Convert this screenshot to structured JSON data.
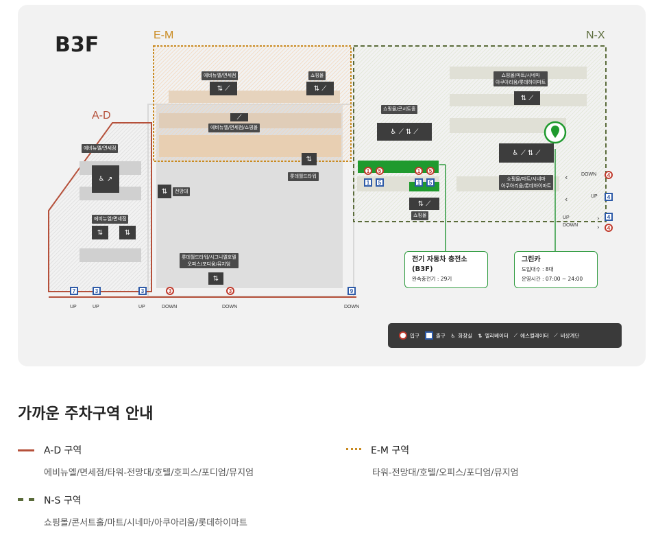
{
  "floor": "B3F",
  "zones": {
    "ad": {
      "label": "A-D",
      "color": "#b5503a"
    },
    "em": {
      "label": "E-M",
      "color": "#c98a20"
    },
    "nx": {
      "label": "N-X",
      "color": "#5a6b3a"
    }
  },
  "facilities": {
    "ad_top": "에비뉴엘/면세점",
    "ad_bottom": "에비뉴엘/면세점",
    "em_left": "에비뉴엘/면세점",
    "em_right": "쇼핑몰",
    "em_esc": "에비뉴엘/면세점/쇼핑몰",
    "observatory": "전망대",
    "lotte_tower": "롯데월드타워",
    "tower_complex": "롯데월드타워/시그니엘호텔\n오피스/포디움/뮤지엄",
    "nx_concert": "쇼핑몰/콘서트홀",
    "nx_shopping_bottom": "쇼핑몰",
    "nx_top": "쇼핑몰/마트/시네마\n아쿠아리움/롯데하이마트",
    "nx_mid": "쇼핑몰/마트/시네마\n아쿠아리움/롯데하이마트"
  },
  "markers": {
    "bottom": [
      {
        "type": "exit",
        "num": "7",
        "dir": "UP"
      },
      {
        "type": "exit",
        "num": "3",
        "dir": "UP"
      },
      {
        "type": "exit",
        "num": "3",
        "dir": "UP"
      },
      {
        "type": "entry",
        "num": "3",
        "dir": "DOWN"
      },
      {
        "type": "entry",
        "num": "3",
        "dir": "DOWN"
      },
      {
        "type": "exit",
        "num": "9",
        "dir": "DOWN"
      }
    ],
    "right": [
      {
        "type": "entry",
        "num": "4",
        "dir": "DOWN"
      },
      {
        "type": "exit",
        "num": "4",
        "dir": "UP"
      },
      {
        "type": "exit",
        "num": "4",
        "dir": "UP"
      },
      {
        "type": "entry",
        "num": "4",
        "dir": "DOWN"
      }
    ],
    "ev": [
      "1",
      "5",
      "1",
      "5",
      "1",
      "5",
      "1",
      "5"
    ]
  },
  "callouts": {
    "ev": {
      "title": "전기 자동차 충전소(B3F)",
      "sub": "완속충전기 : 29기"
    },
    "greencar": {
      "title": "그린카",
      "sub1": "도입대수 : 8대",
      "sub2": "운영시간 : 07:00 ~ 24:00"
    }
  },
  "legend": {
    "entry": "입구",
    "exit": "출구",
    "restroom": "화장실",
    "elevator": "엘리베이터",
    "escalator": "에스컬레이터",
    "emergency": "비상계단"
  },
  "guide": {
    "title": "가까운 주차구역 안내",
    "items": [
      {
        "name": "A-D 구역",
        "desc": "에비뉴엘/면세점/타워-전망대/호텔/호피스/포디엄/뮤지엄",
        "color": "#b5503a"
      },
      {
        "name": "E-M 구역",
        "desc": "타워-전망대/호텔/오피스/포디엄/뮤지엄",
        "color": "#c98a20"
      },
      {
        "name": "N-S 구역",
        "desc": "쇼핑몰/콘서트홀/마트/시네마/아쿠아리움/롯데하이마트",
        "color": "#5a6b3a"
      }
    ]
  }
}
